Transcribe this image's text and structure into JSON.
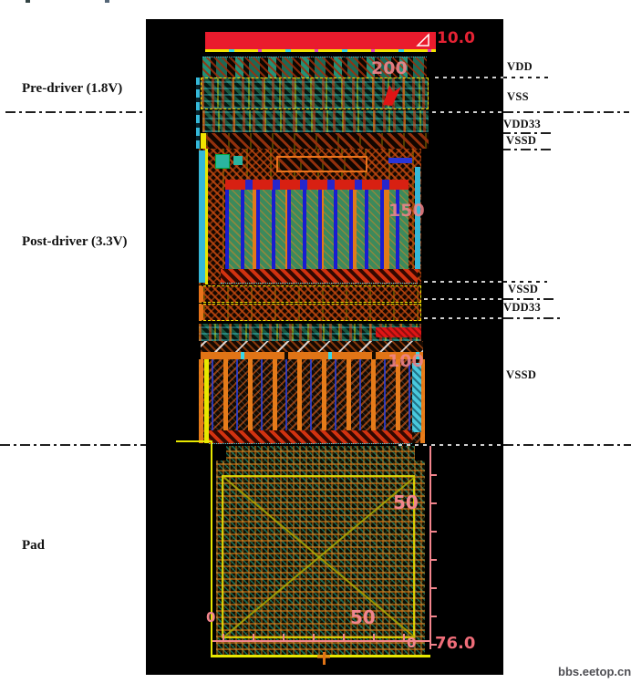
{
  "figure": {
    "left_labels": [
      "Pre-driver (1.8V)",
      "Post-driver (3.3V)",
      "Pad"
    ],
    "rail_labels": [
      "VDD",
      "VSS",
      "VDD33",
      "VSSD",
      "VSSD",
      "VDD33",
      "VSSD"
    ],
    "ruler_values": {
      "top_height": "10.0",
      "predriver_width": "200",
      "postdriver_width": "150",
      "vssd_block_width": "100",
      "pad_vruler_50": "50",
      "pad_vruler_0": "0",
      "pad_hruler_0": "0",
      "pad_hruler_50": "50",
      "pad_width": "76.0"
    },
    "watermark": "bbs.eetop.cn",
    "colors": {
      "red_bar": "#ea1b2d",
      "ruler_pink": "#f2858d",
      "ruler_red": "#e42233",
      "canvas_bg": "#000000",
      "green_fill": "#3c8a5c",
      "accent_yellow": "#f2e400",
      "accent_cyan": "#35b8d8",
      "accent_orange": "#e07416"
    }
  }
}
